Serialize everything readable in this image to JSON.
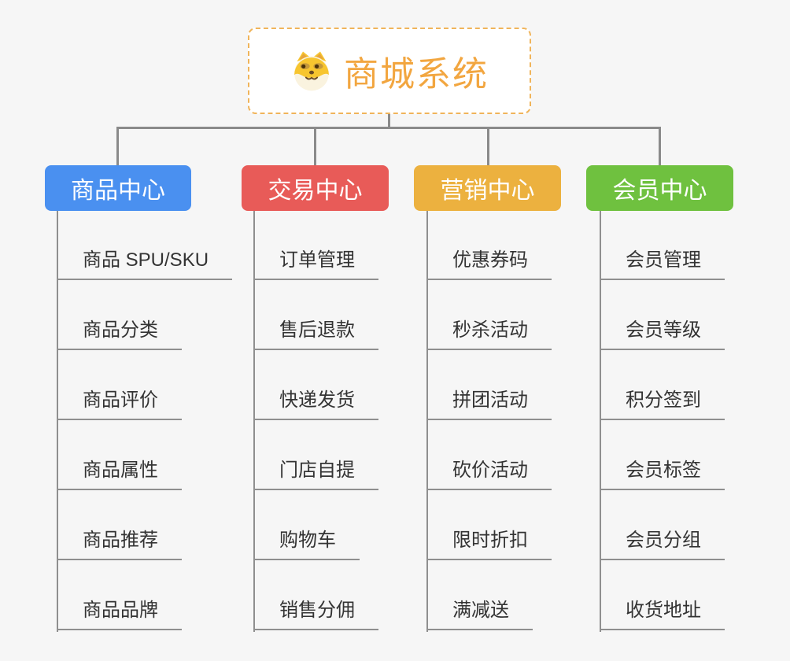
{
  "root": {
    "title": "商城系统",
    "icon": "doge-icon",
    "text_color": "#F2A640",
    "border_color": "#F0B45A"
  },
  "branches": [
    {
      "label": "商品中心",
      "color": "#4A90F0",
      "items": [
        "商品 SPU/SKU",
        "商品分类",
        "商品评价",
        "商品属性",
        "商品推荐",
        "商品品牌"
      ]
    },
    {
      "label": "交易中心",
      "color": "#E85B58",
      "items": [
        "订单管理",
        "售后退款",
        "快递发货",
        "门店自提",
        "购物车",
        "销售分佣"
      ]
    },
    {
      "label": "营销中心",
      "color": "#ECB13F",
      "items": [
        "优惠券码",
        "秒杀活动",
        "拼团活动",
        "砍价活动",
        "限时折扣",
        "满减送"
      ]
    },
    {
      "label": "会员中心",
      "color": "#6FC13F",
      "items": [
        "会员管理",
        "会员等级",
        "积分签到",
        "会员标签",
        "会员分组",
        "收货地址"
      ]
    }
  ],
  "connector_color": "#8A8A8A",
  "underline_color": "#8F8F8F",
  "item_text_color": "#333333"
}
